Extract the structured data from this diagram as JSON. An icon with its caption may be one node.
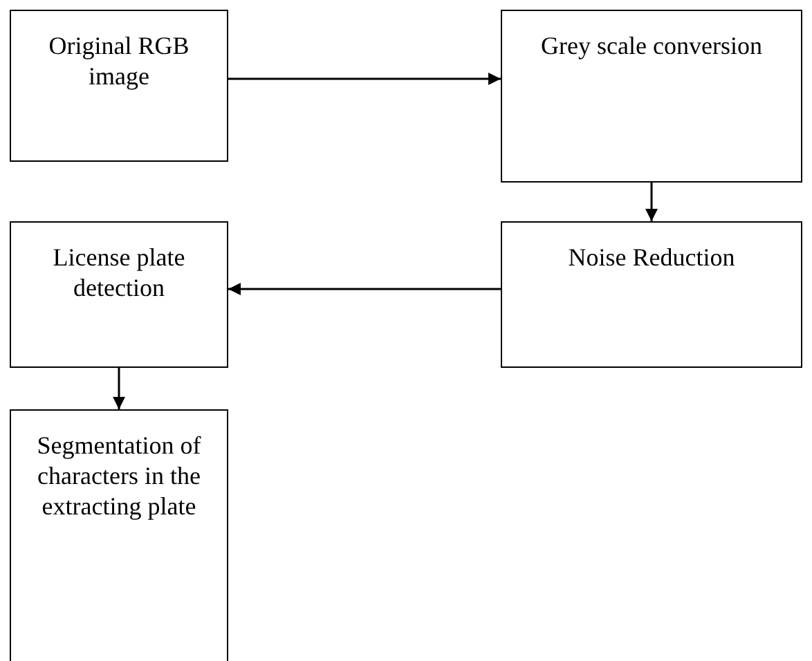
{
  "diagram": {
    "nodes": [
      {
        "text": [
          "Original RGB image"
        ]
      },
      {
        "text": [
          "Grey scale conversion"
        ]
      },
      {
        "text": [
          "Noise Reduction"
        ]
      },
      {
        "text": [
          "License plate detection"
        ]
      },
      {
        "text": [
          "Segmentation of characters in the extracting plate"
        ]
      }
    ],
    "edges": [
      {
        "from": 0,
        "to": 1,
        "arrow": "to"
      },
      {
        "from": 1,
        "to": 2,
        "arrow": "to"
      },
      {
        "from": 2,
        "to": 3,
        "arrow": "to"
      },
      {
        "from": 3,
        "to": 4,
        "arrow": "to"
      }
    ]
  }
}
